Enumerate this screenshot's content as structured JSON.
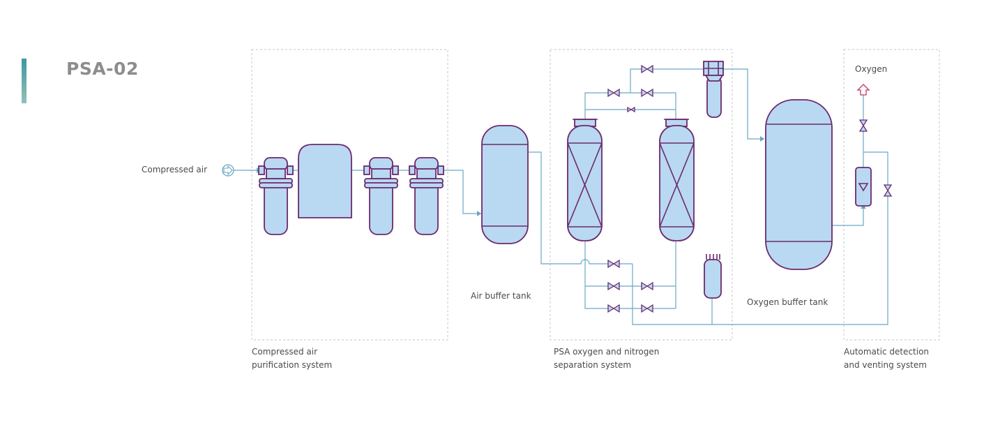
{
  "header": {
    "title": "PSA-02"
  },
  "labels": {
    "compressed_air": "Compressed air",
    "air_buffer_tank": "Air buffer tank",
    "oxygen_buffer_tank": "Oxygen buffer tank",
    "oxygen": "Oxygen"
  },
  "systems": {
    "purification": {
      "line1": "Compressed air",
      "line2": "purification system"
    },
    "psa": {
      "line1": "PSA oxygen and nitrogen",
      "line2": "separation system"
    },
    "detection": {
      "line1": "Automatic detection",
      "line2": "and venting system"
    }
  },
  "colors": {
    "pipe": "#6aa6c4",
    "vessel_fill": "#b9d8f1",
    "vessel_stroke": "#6b2a6e",
    "accent": "#3d97a2"
  }
}
